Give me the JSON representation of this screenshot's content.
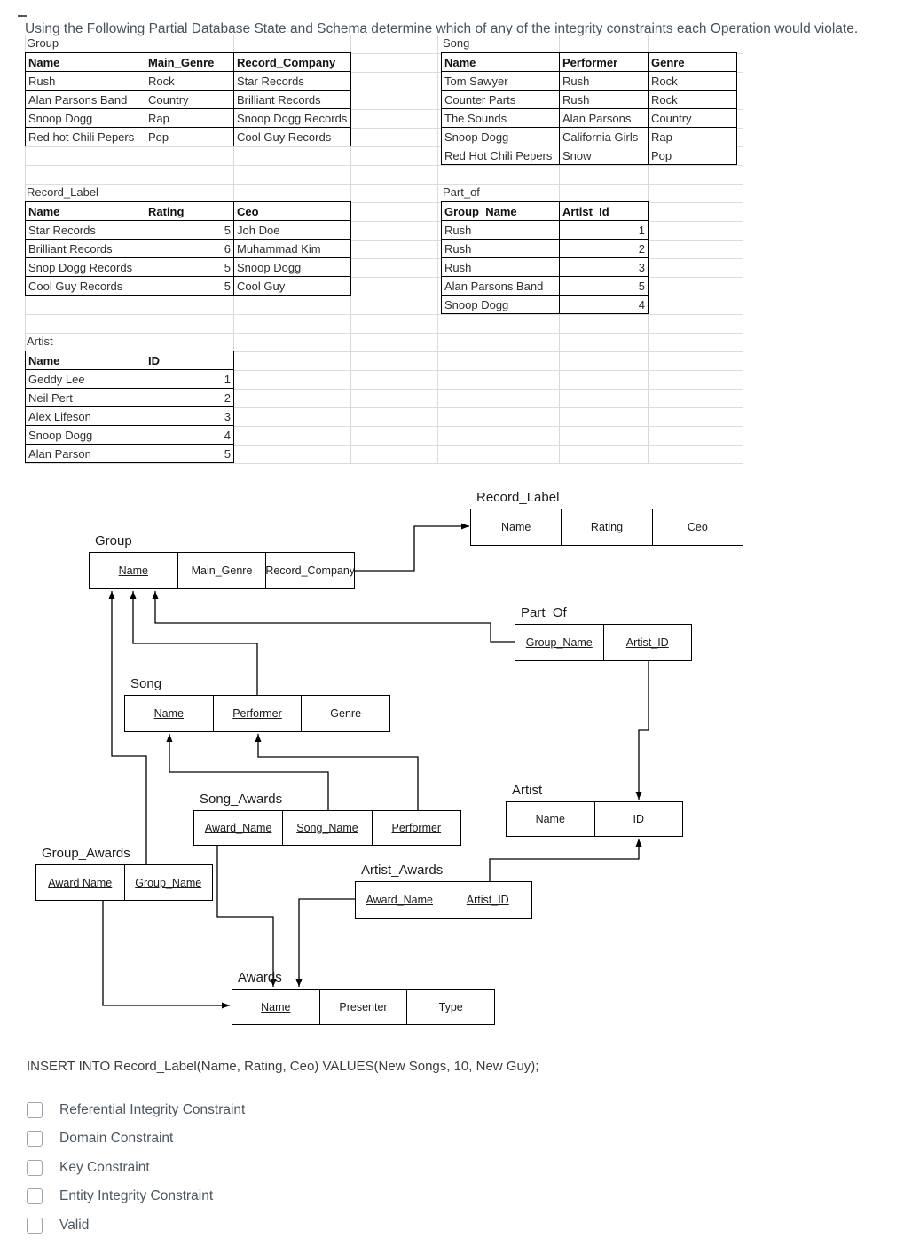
{
  "title": "Using the Following Partial Database State and Schema determine which of any of the integrity constraints each Operation would violate.",
  "spreadsheet": {
    "tables": [
      {
        "id": "group",
        "caption": "Group",
        "headers": [
          "Name",
          "Main_Genre",
          "Record_Company"
        ],
        "rows": [
          [
            "Rush",
            "Rock",
            "Star Records"
          ],
          [
            "Alan Parsons Band",
            "Country",
            "Brilliant Records"
          ],
          [
            "Snoop Dogg",
            "Rap",
            "Snoop Dogg Records"
          ],
          [
            "Red hot Chili Pepers",
            "Pop",
            "Cool Guy Records"
          ]
        ]
      },
      {
        "id": "song",
        "caption": "Song",
        "headers": [
          "Name",
          "Performer",
          "Genre"
        ],
        "rows": [
          [
            "Tom Sawyer",
            "Rush",
            "Rock"
          ],
          [
            "Counter Parts",
            "Rush",
            "Rock"
          ],
          [
            "The Sounds",
            "Alan Parsons",
            "Country"
          ],
          [
            "Snoop Dogg",
            "California Girls",
            "Rap"
          ],
          [
            "Red Hot Chili Pepers",
            "Snow",
            "Pop"
          ]
        ]
      },
      {
        "id": "record_label",
        "caption": "Record_Label",
        "headers": [
          "Name",
          "Rating",
          "Ceo"
        ],
        "rows": [
          [
            "Star Records",
            "5",
            "Joh Doe"
          ],
          [
            "Brilliant Records",
            "6",
            "Muhammad Kim"
          ],
          [
            "Snop Dogg Records",
            "5",
            "Snoop Dogg"
          ],
          [
            "Cool Guy Records",
            "5",
            "Cool Guy"
          ]
        ]
      },
      {
        "id": "part_of",
        "caption": "Part_of",
        "headers": [
          "Group_Name",
          "Artist_Id"
        ],
        "rows": [
          [
            "Rush",
            "1"
          ],
          [
            "Rush",
            "2"
          ],
          [
            "Rush",
            "3"
          ],
          [
            "Alan Parsons Band",
            "5"
          ],
          [
            "Snoop Dogg",
            "4"
          ]
        ]
      },
      {
        "id": "artist",
        "caption": "Artist",
        "headers": [
          "Name",
          "ID"
        ],
        "rows": [
          [
            "Geddy Lee",
            "1"
          ],
          [
            "Neil Pert",
            "2"
          ],
          [
            "Alex Lifeson",
            "3"
          ],
          [
            "Snoop Dogg",
            "4"
          ],
          [
            "Alan Parson",
            "5"
          ]
        ]
      }
    ]
  },
  "diagram": {
    "entities": [
      {
        "id": "rl",
        "name": "Record_Label",
        "attributes": [
          {
            "label": "Name",
            "key": true
          },
          {
            "label": "Rating",
            "key": false
          },
          {
            "label": "Ceo",
            "key": false
          }
        ]
      },
      {
        "id": "group",
        "name": "Group",
        "attributes": [
          {
            "label": "Name",
            "key": true
          },
          {
            "label": "Main_Genre",
            "key": false
          },
          {
            "label": "Record_Company",
            "key": false
          }
        ]
      },
      {
        "id": "part_of",
        "name": "Part_Of",
        "attributes": [
          {
            "label": "Group_Name",
            "key": true
          },
          {
            "label": "Artist_ID",
            "key": true
          }
        ]
      },
      {
        "id": "song",
        "name": "Song",
        "attributes": [
          {
            "label": "Name",
            "key": true
          },
          {
            "label": "Performer",
            "key": true
          },
          {
            "label": "Genre",
            "key": false
          }
        ]
      },
      {
        "id": "artist",
        "name": "Artist",
        "attributes": [
          {
            "label": "Name",
            "key": false
          },
          {
            "label": "ID",
            "key": true
          }
        ]
      },
      {
        "id": "song_awards",
        "name": "Song_Awards",
        "attributes": [
          {
            "label": "Award_Name",
            "key": true
          },
          {
            "label": "Song_Name",
            "key": true
          },
          {
            "label": "Performer",
            "key": true
          }
        ]
      },
      {
        "id": "group_awards",
        "name": "Group_Awards",
        "attributes": [
          {
            "label": "Award Name",
            "key": true
          },
          {
            "label": "Group_Name",
            "key": true
          }
        ]
      },
      {
        "id": "artist_awards",
        "name": "Artist_Awards",
        "attributes": [
          {
            "label": "Award_Name",
            "key": true
          },
          {
            "label": "Artist_ID",
            "key": true
          }
        ]
      },
      {
        "id": "awards",
        "name": "Awards",
        "attributes": [
          {
            "label": "Name",
            "key": true
          },
          {
            "label": "Presenter",
            "key": false
          },
          {
            "label": "Type",
            "key": false
          }
        ]
      }
    ]
  },
  "operation": {
    "sql": "INSERT INTO Record_Label(Name, Rating, Ceo) VALUES(New Songs, 10, New Guy);"
  },
  "options": [
    {
      "label": "Referential Integrity Constraint",
      "checked": false
    },
    {
      "label": "Domain Constraint",
      "checked": false
    },
    {
      "label": "Key Constraint",
      "checked": false
    },
    {
      "label": "Entity Integrity Constraint",
      "checked": false
    },
    {
      "label": "Valid",
      "checked": false
    }
  ]
}
